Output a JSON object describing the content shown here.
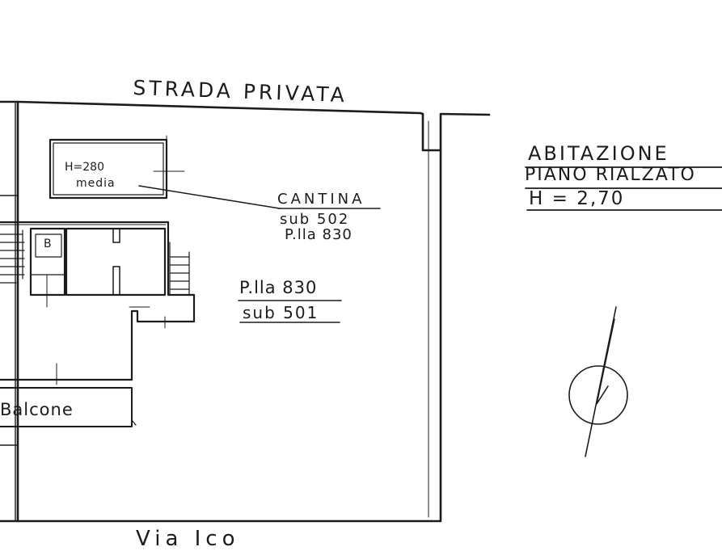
{
  "drawing": {
    "ink_color": "#1c1c1c",
    "paper_color": "#ffffff"
  },
  "labels": {
    "street_top": "STRADA  PRIVATA",
    "street_bottom": "Via Ico",
    "cellar_height": "H=280",
    "cellar_height_note": "media",
    "cellar_title": "CANTINA",
    "cellar_sub": "sub 502",
    "cellar_plot": "P.lla 830",
    "plot": "P.lla 830",
    "plot_sub": "sub 501",
    "stair_mark": "B",
    "balcony": "Balcone",
    "unit_title": "ABITAZIONE",
    "floor_name": "PIANO RIALZATO",
    "floor_height": "H = 2,70"
  },
  "icons": {
    "north_arrow": "north-arrow-icon"
  }
}
